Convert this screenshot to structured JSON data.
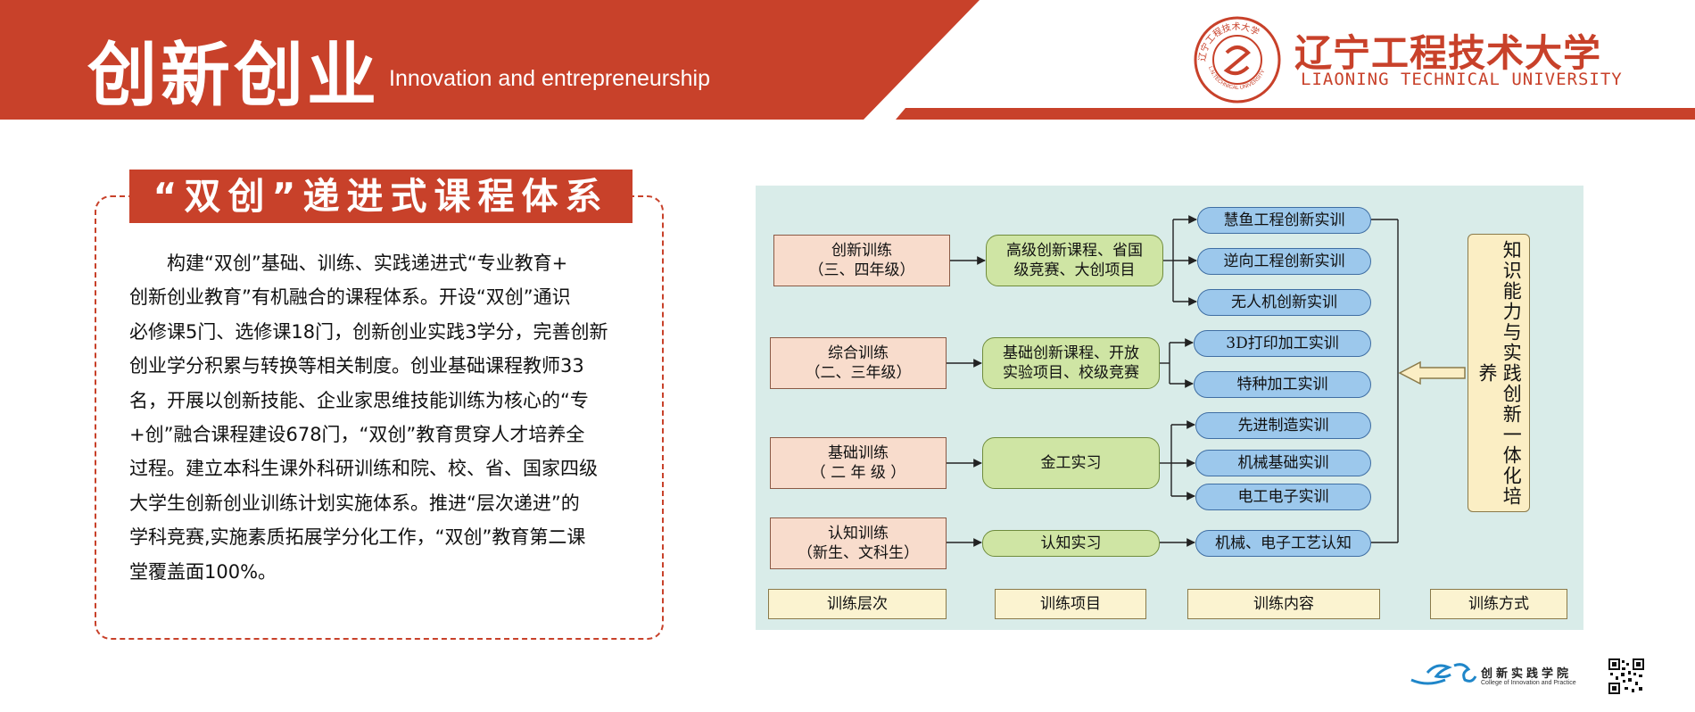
{
  "header": {
    "title": "创新创业",
    "subtitle": "Innovation and entrepreneurship",
    "university_cn": "辽宁工程技术大学",
    "university_en": "LIAONING TECHNICAL UNIVERSITY",
    "seal_text": "辽宁工程技术大学",
    "seal_text_en": "L.N.TECHNICAL UNIVERSITY",
    "brand_color": "#c8412a"
  },
  "section": {
    "title": "“双创”递进式课程体系",
    "lines": [
      "　　构建“双创”基础、训练、实践递进式“专业教育+",
      "创新创业教育”有机融合的课程体系。开设“双创”通识",
      "必修课5门、选修课18门，创新创业实践3学分，完善创新",
      "创业学分积累与转换等相关制度。创业基础课程教师33",
      "名，开展以创新技能、企业家思维技能训练为核心的“专",
      "+创”融合课程建设678门，“双创”教育贯穿人才培养全",
      "过程。建立本科生课外科研训练和院、校、省、国家四级",
      "大学生创新创业训练计划实施体系。推进“层次递进”的",
      "学科竞赛,实施素质拓展学分化工作，“双创”教育第二课",
      "堂覆盖面100%。"
    ]
  },
  "diagram": {
    "levels": [
      {
        "name": "创新训练",
        "grade": "（三、四年级）"
      },
      {
        "name": "综合训练",
        "grade": "（二、三年级）"
      },
      {
        "name": "基础训练",
        "grade": "（ 二 年 级 ）"
      },
      {
        "name": "认知训练",
        "grade": "（新生、文科生）"
      }
    ],
    "projects": [
      {
        "line1": "高级创新课程、省国",
        "line2": "级竞赛、大创项目"
      },
      {
        "line1": "基础创新课程、开放",
        "line2": "实验项目、校级竞赛"
      },
      {
        "line1": "金工实习",
        "line2": ""
      },
      {
        "line1": "认知实习",
        "line2": ""
      }
    ],
    "contents": [
      "慧鱼工程创新实训",
      "逆向工程创新实训",
      "无人机创新实训",
      "3D打印加工实训",
      "特种加工实训",
      "先进制造实训",
      "机械基础实训",
      "电工电子实训",
      "机械、电子工艺认知"
    ],
    "side_label": "知识能力与实践创新一体化培养",
    "footer": [
      "训练层次",
      "训练项目",
      "训练内容",
      "训练方式"
    ]
  },
  "footer": {
    "college_cn": "创新实践学院",
    "college_en": "College of Innovation and Practice"
  }
}
